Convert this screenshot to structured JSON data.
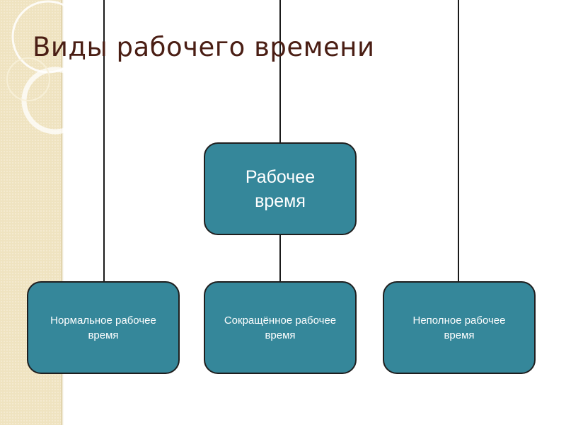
{
  "slide": {
    "title": "Виды рабочего времени"
  },
  "diagram": {
    "root": {
      "label": "Рабочее время"
    },
    "children": [
      {
        "label": "Нормальное рабочее время"
      },
      {
        "label": "Сокращённое рабочее время"
      },
      {
        "label": "Неполное рабочее время"
      }
    ]
  },
  "colors": {
    "node_fill": "#35879a",
    "node_border": "#1f1f1f",
    "title_text": "#4a1e14",
    "side_band": "#efe3c0"
  }
}
